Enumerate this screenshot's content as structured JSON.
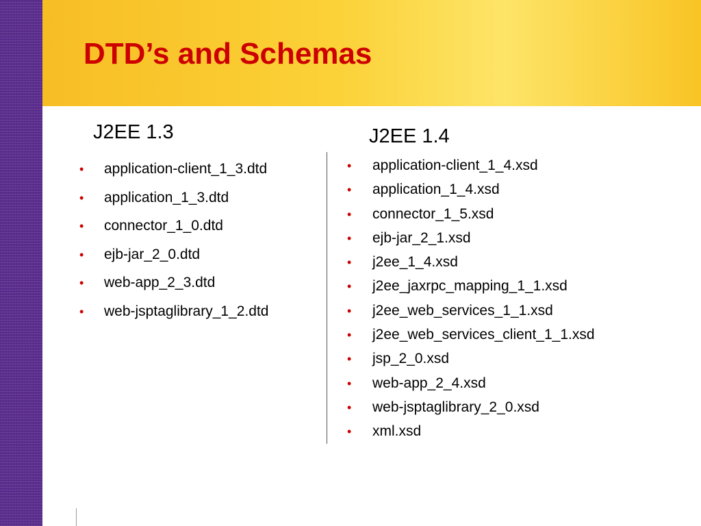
{
  "slide": {
    "title": "DTD’s and Schemas",
    "columns": [
      {
        "heading": "J2EE 1.3",
        "items": [
          "application-client_1_3.dtd",
          "application_1_3.dtd",
          "connector_1_0.dtd",
          "ejb-jar_2_0.dtd",
          "web-app_2_3.dtd",
          "web-jsptaglibrary_1_2.dtd"
        ]
      },
      {
        "heading": "J2EE 1.4",
        "items": [
          "application-client_1_4.xsd",
          "application_1_4.xsd",
          "connector_1_5.xsd",
          "ejb-jar_2_1.xsd",
          "j2ee_1_4.xsd",
          "j2ee_jaxrpc_mapping_1_1.xsd",
          "j2ee_web_services_1_1.xsd",
          "j2ee_web_services_client_1_1.xsd",
          "jsp_2_0.xsd",
          "web-app_2_4.xsd",
          "web-jsptaglibrary_2_0.xsd",
          "xml.xsd"
        ]
      }
    ],
    "bullet_glyph": "•"
  },
  "theme": {
    "title_color": "#cc0000",
    "bullet_color": "#cc0000",
    "sidebar_color": "#5b2d8e",
    "header_color": "#fbd238"
  }
}
